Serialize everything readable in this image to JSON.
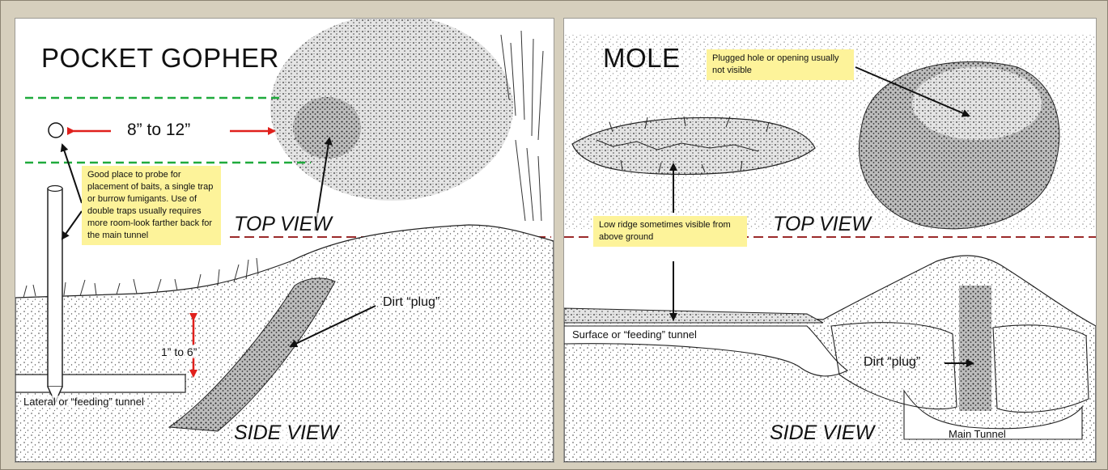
{
  "left_panel": {
    "title": "POCKET GOPHER",
    "measure_horizontal": "8” to 12”",
    "measure_vertical": "1” to 6”",
    "note": "Good place to probe for placement of baits, a single trap or burrow fumigants. Use of double traps usually requires more room-look farther back for the main tunnel",
    "top_view": "TOP VIEW",
    "side_view": "SIDE VIEW",
    "dirt_plug": "Dirt “plug”",
    "lateral_tunnel": "Lateral or “feeding” tunnel"
  },
  "right_panel": {
    "title": "MOLE",
    "note_plugged": "Plugged hole or opening usually not visible",
    "note_ridge": "Low ridge sometimes visible from above ground",
    "top_view": "TOP VIEW",
    "side_view": "SIDE VIEW",
    "surface_tunnel": "Surface or “feeding” tunnel",
    "dirt_plug": "Dirt “plug”",
    "main_tunnel": "Main Tunnel"
  },
  "colors": {
    "red_arrow": "#e0201c",
    "green_dash": "#1faa3c",
    "maroon_dash": "#9b2a2a",
    "note_bg": "#fdf39a"
  }
}
